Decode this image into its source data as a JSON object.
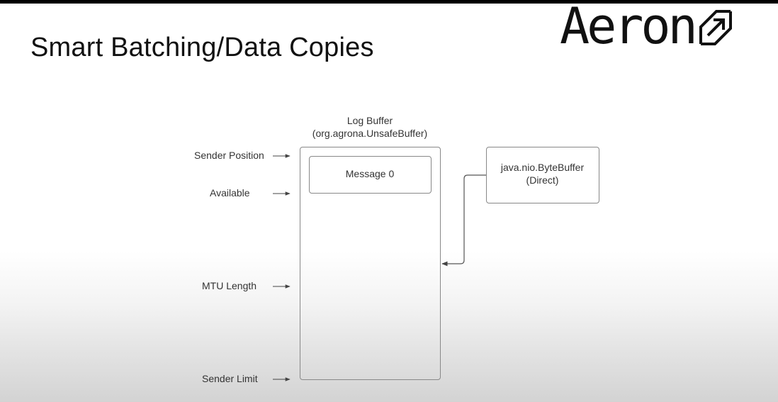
{
  "slide": {
    "title": "Smart Batching/Data Copies",
    "logo_text": "Aeron",
    "logo_icon": "aeron-mark-icon"
  },
  "diagram": {
    "log_buffer_title": "Log Buffer",
    "log_buffer_class": "(org.agrona.UnsafeBuffer)",
    "message": "Message 0",
    "byte_buffer_line1": "java.nio.ByteBuffer",
    "byte_buffer_line2": "(Direct)",
    "pointers": {
      "sender_position": "Sender Position",
      "available": "Available",
      "mtu_length": "MTU Length",
      "sender_limit": "Sender Limit"
    }
  },
  "colors": {
    "box_border": "#888888",
    "arrow": "#555555"
  }
}
